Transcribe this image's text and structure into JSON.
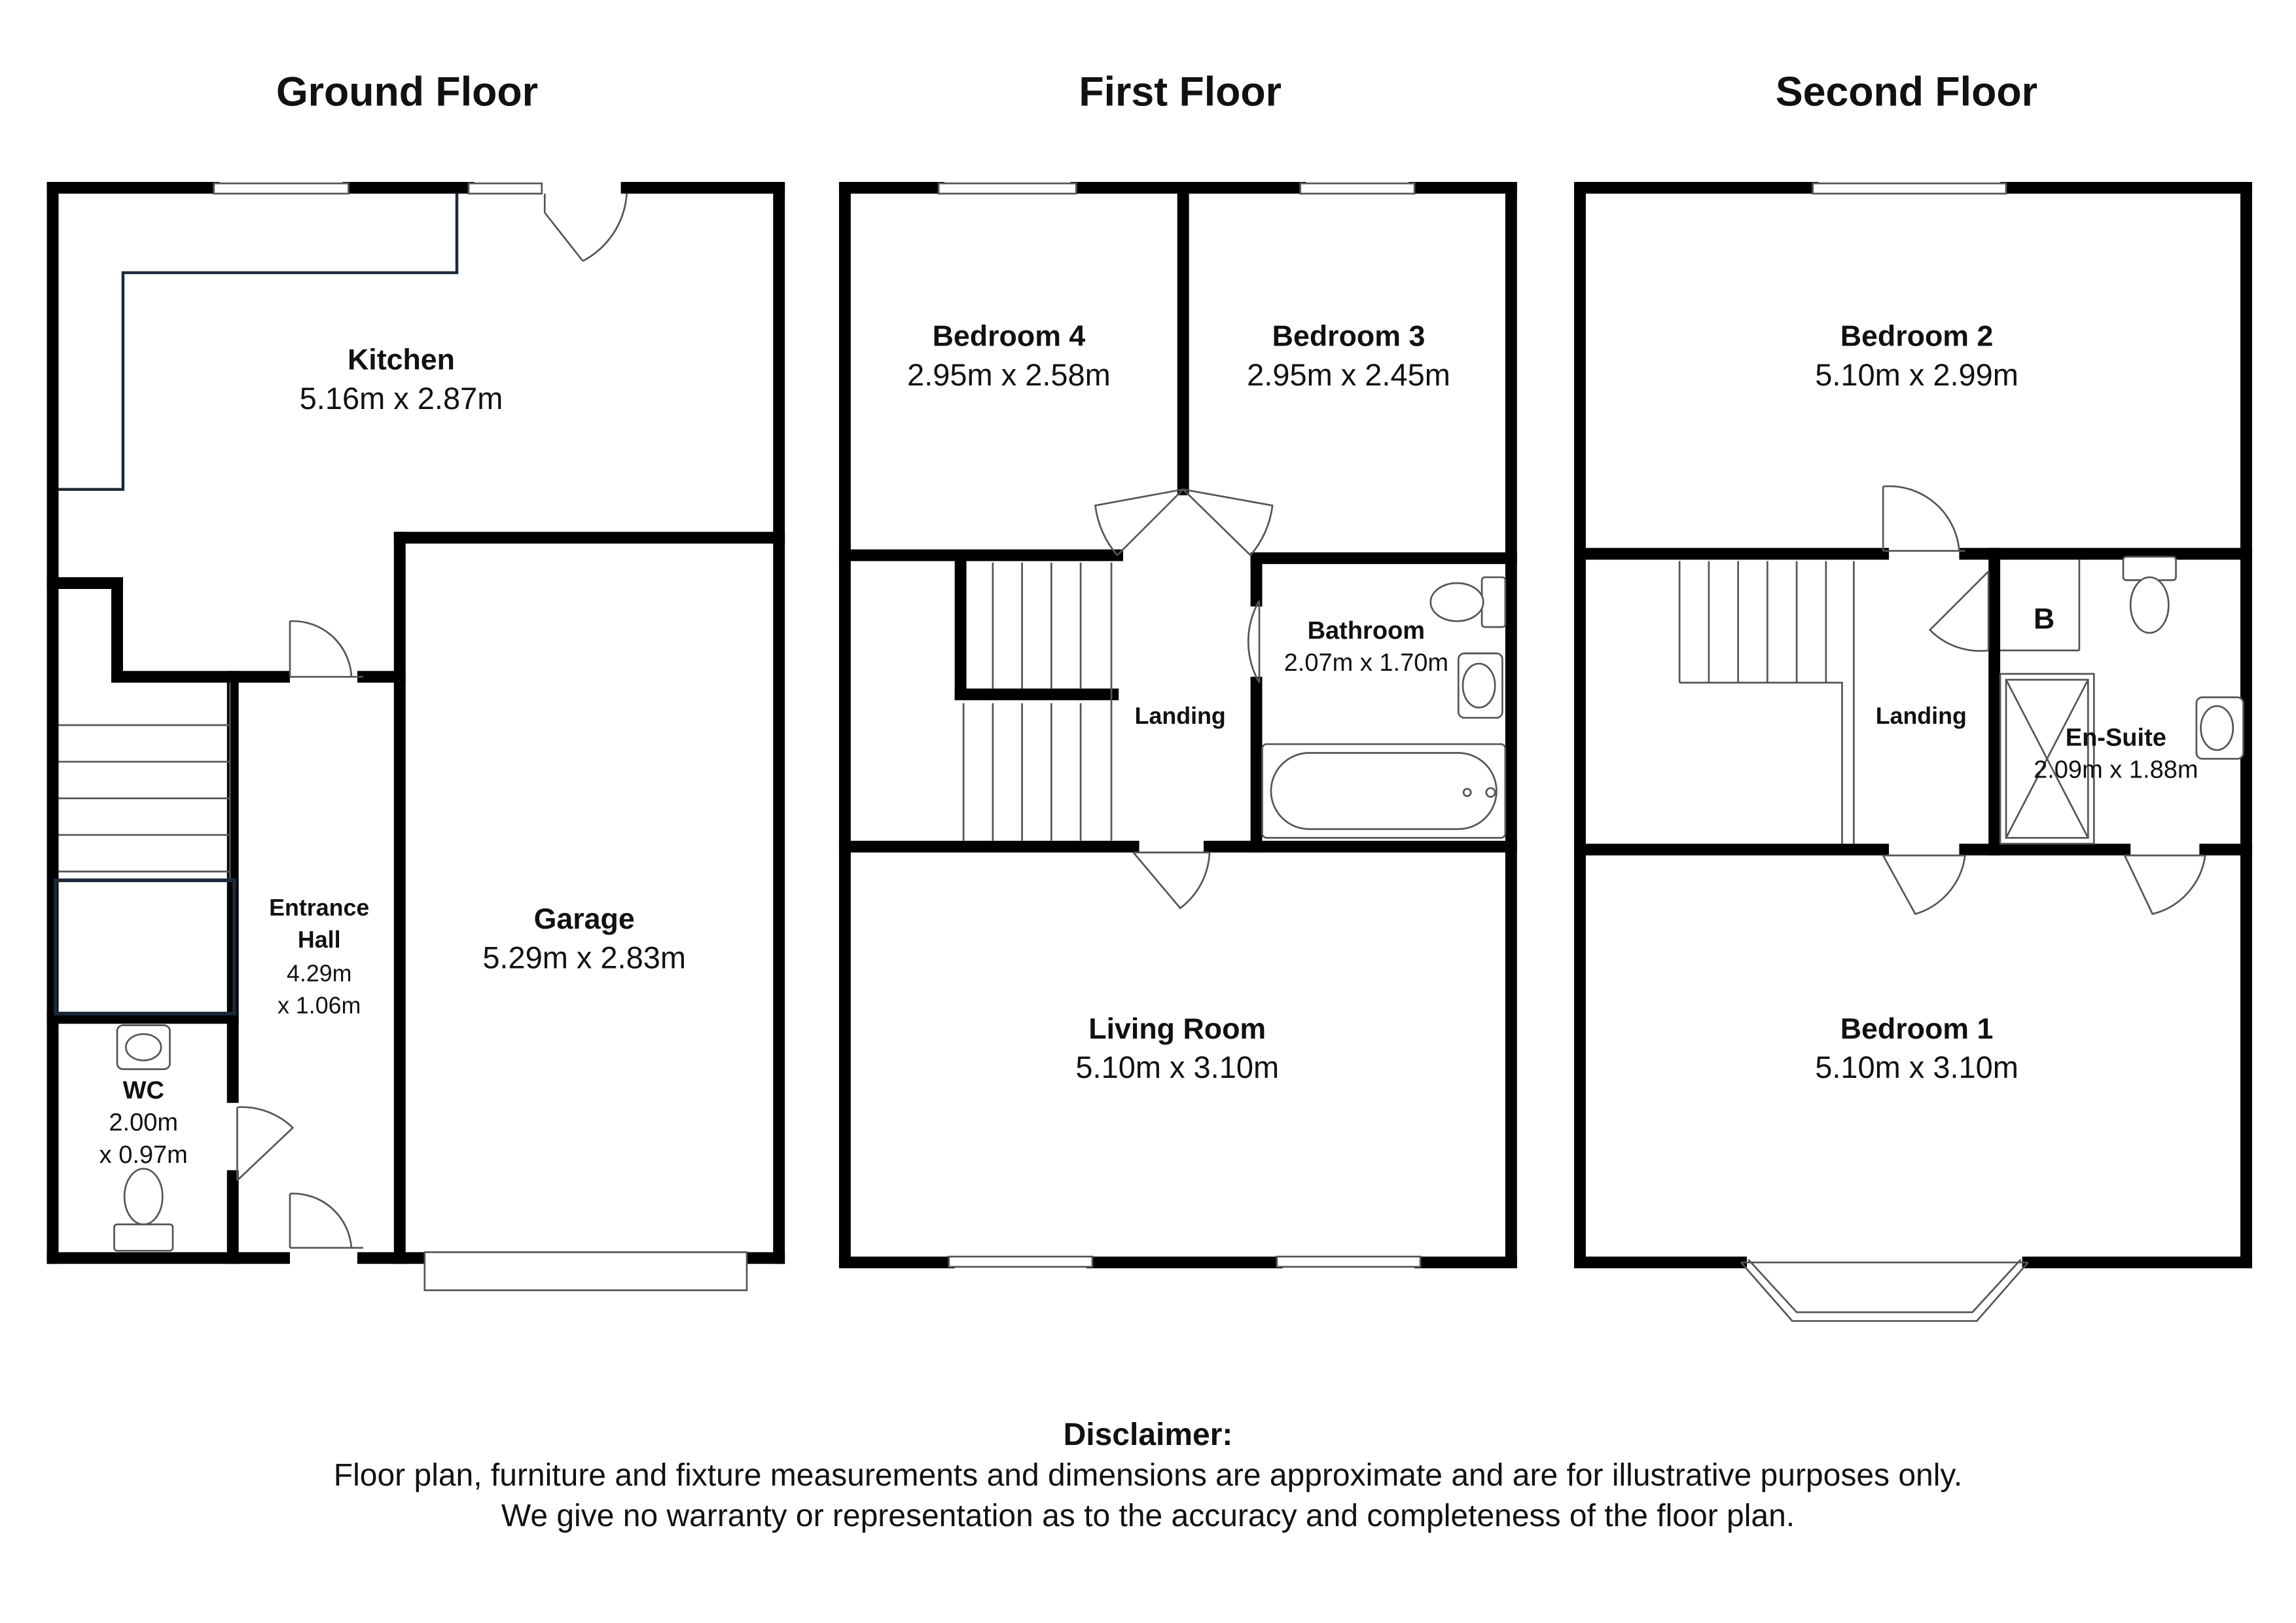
{
  "floors": [
    {
      "title": "Ground Floor",
      "rooms": [
        {
          "name": "Kitchen",
          "size": "5.16m x 2.87m"
        },
        {
          "name": "Garage",
          "size": "5.29m x 2.83m"
        },
        {
          "name_line1": "Entrance",
          "name_line2": "Hall",
          "size_line1": "4.29m",
          "size_line2": "x 1.06m"
        },
        {
          "name": "WC",
          "size_line1": "2.00m",
          "size_line2": "x 0.97m"
        }
      ]
    },
    {
      "title": "First Floor",
      "rooms": [
        {
          "name": "Bedroom 4",
          "size": "2.95m x 2.58m"
        },
        {
          "name": "Bedroom 3",
          "size": "2.95m x 2.45m"
        },
        {
          "name": "Bathroom",
          "size": "2.07m x 1.70m"
        },
        {
          "name": "Landing"
        },
        {
          "name": "Living Room",
          "size": "5.10m x 3.10m"
        }
      ]
    },
    {
      "title": "Second Floor",
      "rooms": [
        {
          "name": "Bedroom 2",
          "size": "5.10m x 2.99m"
        },
        {
          "name": "Landing"
        },
        {
          "name": "B"
        },
        {
          "name": "En-Suite",
          "size": "2.09m x 1.88m"
        },
        {
          "name": "Bedroom 1",
          "size": "5.10m x 3.10m"
        }
      ]
    }
  ],
  "disclaimer": {
    "title": "Disclaimer:",
    "line1": "Floor plan, furniture and fixture measurements and dimensions are approximate and are for illustrative purposes only.",
    "line2": "We give no warranty or representation as to the accuracy and completeness of the floor plan."
  },
  "colors": {
    "wall": "#000000",
    "background": "#ffffff",
    "fixture_stroke": "#555555"
  }
}
